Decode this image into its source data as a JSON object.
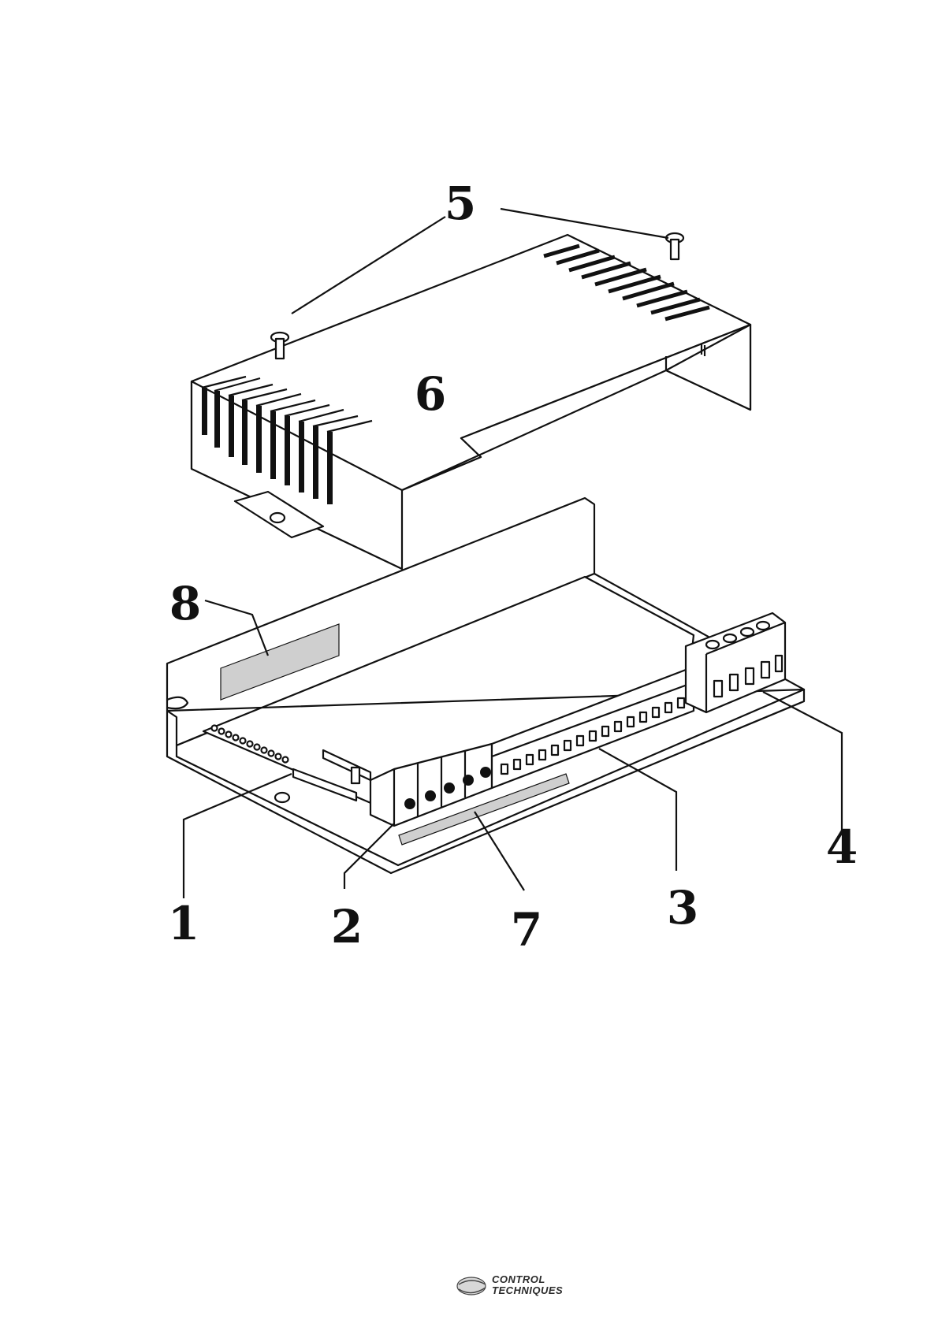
{
  "diagram": {
    "callouts": [
      "1",
      "2",
      "3",
      "4",
      "5",
      "6",
      "7",
      "8"
    ],
    "colors": {
      "line": "#111111",
      "label_area": "#cfcfcf",
      "background": "#ffffff"
    }
  },
  "footer": {
    "logo_icon": "globe-swoosh-icon",
    "logo_line1": "CONTROL",
    "logo_line2": "TECHNIQUES"
  }
}
